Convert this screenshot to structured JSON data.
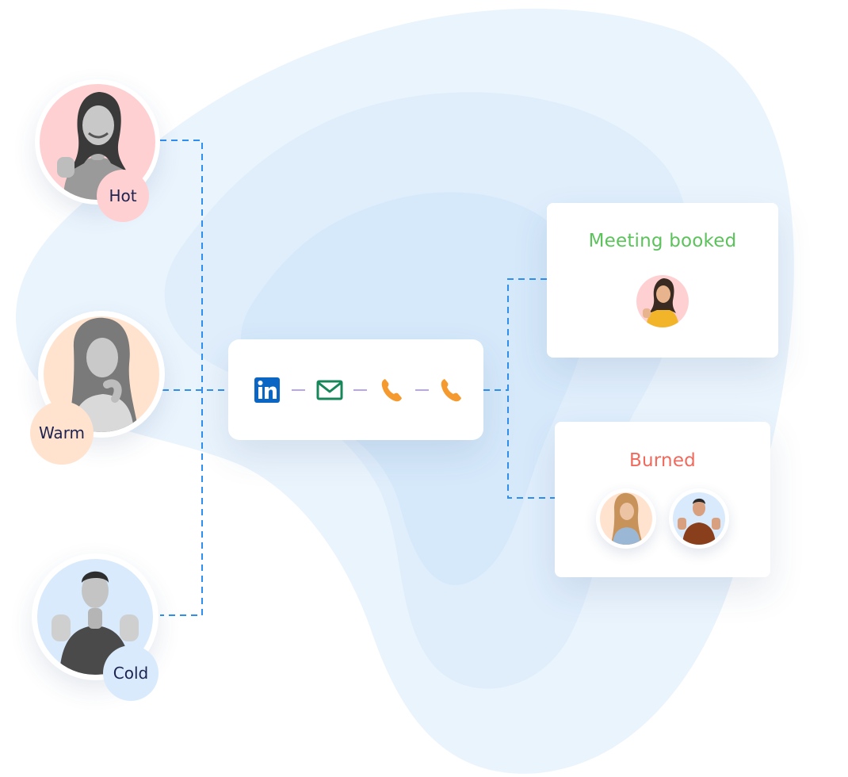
{
  "leads": [
    {
      "label": "Hot",
      "color": "#ffd0d2"
    },
    {
      "label": "Warm",
      "color": "#ffe3cf"
    },
    {
      "label": "Cold",
      "color": "#d8eafc"
    }
  ],
  "sequence": {
    "steps": [
      "linkedin-icon",
      "email-icon",
      "phone-icon",
      "phone-icon"
    ],
    "colors": {
      "linkedin": "#0a66c2",
      "email": "#17875a",
      "phone": "#f59a2f",
      "connector": "#b9a4ef"
    }
  },
  "outcomes": {
    "meeting": {
      "title": "Meeting booked",
      "color": "#5cc25b"
    },
    "burned": {
      "title": "Burned",
      "color": "#ef6a5c"
    }
  },
  "connector_color": "#2f8ff0",
  "blob_colors": [
    "#eaf4fd",
    "#e0eefc",
    "#d6e9fb"
  ]
}
